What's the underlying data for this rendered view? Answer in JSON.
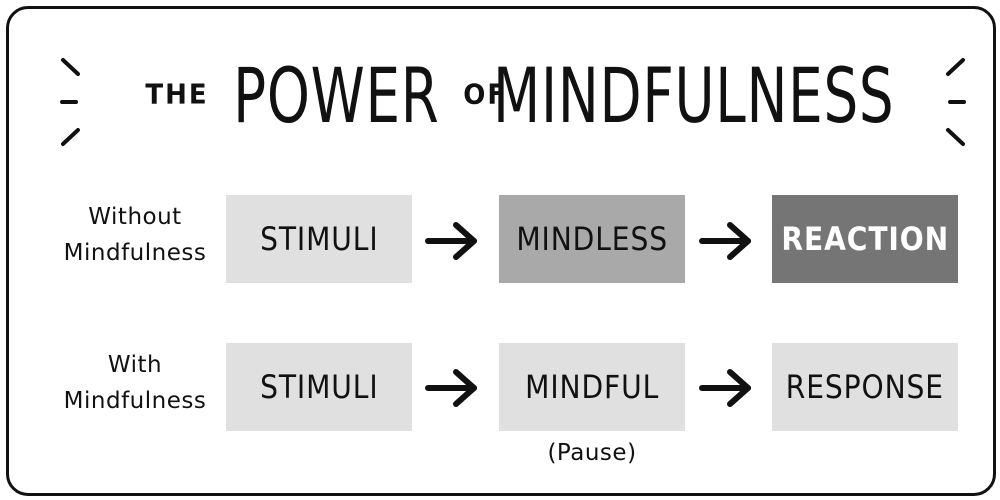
{
  "title": {
    "part1": "THE",
    "part2": "POWER",
    "part3": "OF",
    "part4": "MINDFULNESS"
  },
  "rows": [
    {
      "label_line1": "Without",
      "label_line2": "Mindfulness",
      "steps": [
        "STIMULI",
        "MINDLESS",
        "REACTION"
      ]
    },
    {
      "label_line1": "With",
      "label_line2": "Mindfulness",
      "steps": [
        "STIMULI",
        "MINDFUL",
        "RESPONSE"
      ]
    }
  ],
  "pause_note": "(Pause)",
  "colors": {
    "light_box": "#e0e0e0",
    "mid_box": "#a9a9a9",
    "dark_box": "#757575",
    "ink": "#111111"
  },
  "icons": {
    "arrow": "right-arrow-icon",
    "rays": "emphasis-rays-icon"
  }
}
